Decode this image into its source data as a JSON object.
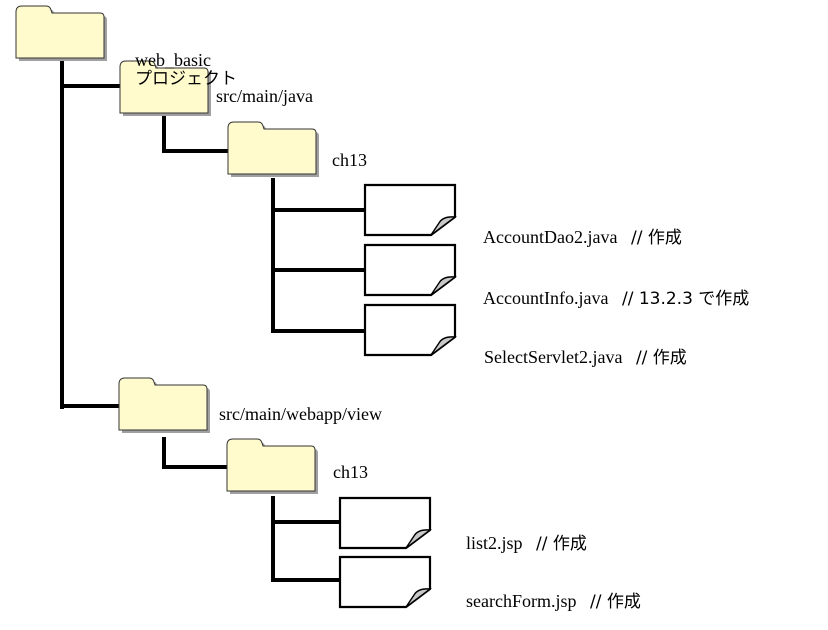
{
  "colors": {
    "folder_fill": "#FFFBCC",
    "folder_stroke": "#333333",
    "folder_shadow": "#A0A0A0",
    "doc_fill": "#FFFFFF",
    "doc_curl": "#C8C8C8",
    "connector": "#000000"
  },
  "tree": {
    "root": {
      "icon": "folder-icon",
      "name": "web_basic",
      "suffix": "プロジェクト"
    },
    "java_src": {
      "icon": "folder-icon",
      "name": "src/main/java",
      "package": {
        "icon": "folder-icon",
        "name": "ch13",
        "files": [
          {
            "icon": "file-icon",
            "name": "AccountDao2.java",
            "comment": "// 作成"
          },
          {
            "icon": "file-icon",
            "name": "AccountInfo.java",
            "comment": "// 13.2.3 で作成"
          },
          {
            "icon": "file-icon",
            "name": "SelectServlet2.java",
            "comment": "// 作成"
          }
        ]
      }
    },
    "webapp_view": {
      "icon": "folder-icon",
      "name": "src/main/webapp/view",
      "package": {
        "icon": "folder-icon",
        "name": "ch13",
        "files": [
          {
            "icon": "file-icon",
            "name": "list2.jsp",
            "comment": "// 作成"
          },
          {
            "icon": "file-icon",
            "name": "searchForm.jsp",
            "comment": "// 作成"
          }
        ]
      }
    }
  }
}
